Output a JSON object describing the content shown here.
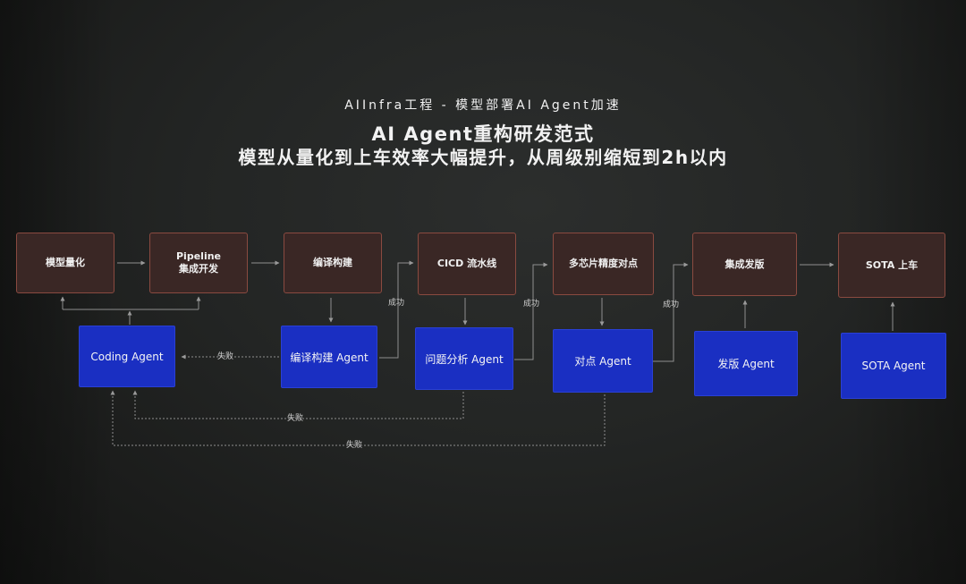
{
  "titles": {
    "subtitle": "AIInfra工程 - 模型部署AI Agent加速",
    "main": "AI Agent重构研发范式",
    "main2": "模型从量化到上车效率大幅提升，从周级别缩短到2h以内"
  },
  "stages": [
    {
      "id": "quant",
      "label": "模型量化"
    },
    {
      "id": "pipeline",
      "label": "Pipeline\n集成开发"
    },
    {
      "id": "build",
      "label": "编译构建"
    },
    {
      "id": "cicd",
      "label": "CICD 流水线"
    },
    {
      "id": "align",
      "label": "多芯片精度对点"
    },
    {
      "id": "release",
      "label": "集成发版"
    },
    {
      "id": "sota",
      "label": "SOTA 上车"
    }
  ],
  "agents": [
    {
      "id": "coding",
      "label": "Coding Agent"
    },
    {
      "id": "build",
      "label": "编译构建 Agent"
    },
    {
      "id": "analysis",
      "label": "问题分析 Agent"
    },
    {
      "id": "align",
      "label": "对点 Agent"
    },
    {
      "id": "release",
      "label": "发版 Agent"
    },
    {
      "id": "sota",
      "label": "SOTA Agent"
    }
  ],
  "edge_labels": {
    "success": "成功",
    "fail": "失败"
  },
  "colors": {
    "stage_border": "#8a4a40",
    "stage_fill": "#3a2725",
    "agent_fill": "#1a2fc2",
    "connector": "#9a9a9a"
  }
}
